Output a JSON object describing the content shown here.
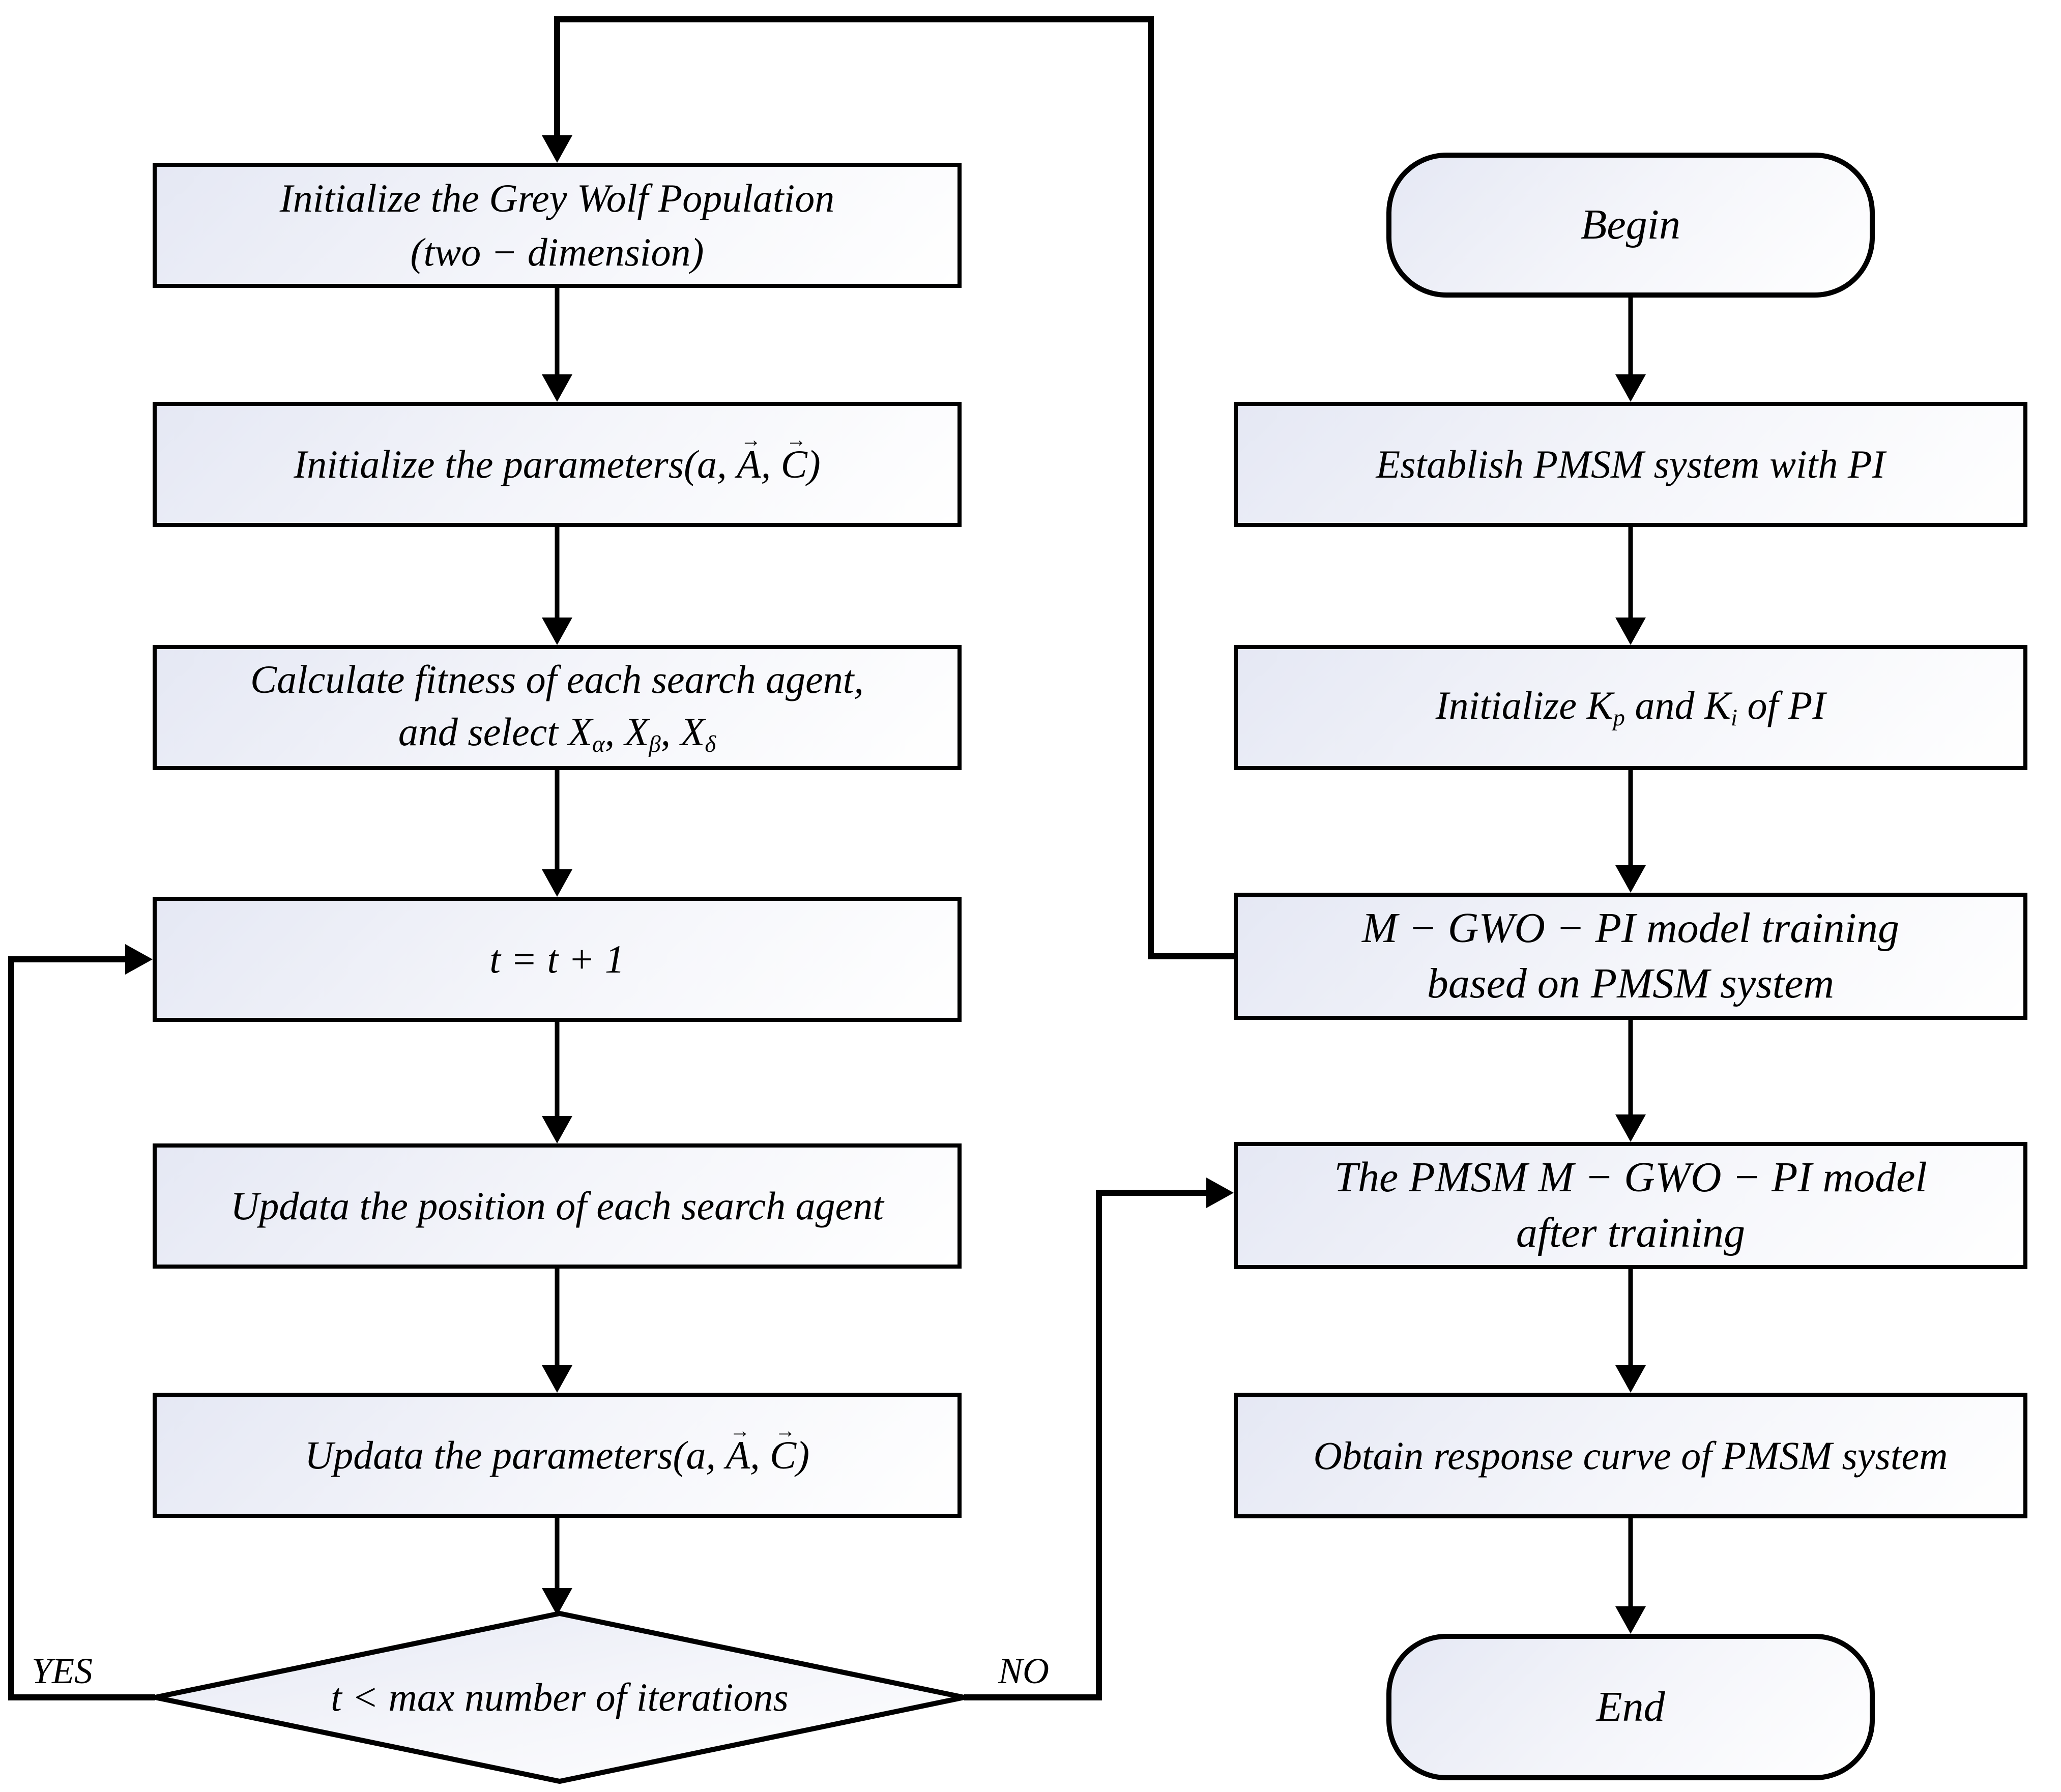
{
  "colors": {
    "line-color": "#000000",
    "text-color": "#000000",
    "node-fill-start": "#e5e8f4",
    "node-fill-mid": "#f4f5fa",
    "node-fill-end": "#ffffff"
  },
  "nodes": {
    "l1": {
      "lines": [
        [
          {
            "t": "Initialize the Grey Wolf Population"
          }
        ],
        [
          {
            "t": "(two − dimension)"
          }
        ]
      ]
    },
    "l2": {
      "lines": [
        [
          {
            "t": "Initialize the parameters("
          },
          {
            "t": "a, "
          },
          {
            "t": "A",
            "s": "vec"
          },
          {
            "t": ", "
          },
          {
            "t": "C",
            "s": "vec"
          },
          {
            "t": ")"
          }
        ]
      ]
    },
    "l3": {
      "lines": [
        [
          {
            "t": "Calculate fitness of each search agent,"
          }
        ],
        [
          {
            "t": "and select "
          },
          {
            "t": "X"
          },
          {
            "t": "α",
            "s": "sub"
          },
          {
            "t": ", "
          },
          {
            "t": "X"
          },
          {
            "t": "β",
            "s": "sub"
          },
          {
            "t": ", "
          },
          {
            "t": "X"
          },
          {
            "t": "δ",
            "s": "sub"
          }
        ]
      ]
    },
    "l4": {
      "lines": [
        [
          {
            "t": "t = t + 1"
          }
        ]
      ]
    },
    "l5": {
      "lines": [
        [
          {
            "t": "Updata the position of each search agent"
          }
        ]
      ]
    },
    "l6": {
      "lines": [
        [
          {
            "t": "Updata the parameters("
          },
          {
            "t": "a, "
          },
          {
            "t": "A",
            "s": "vec"
          },
          {
            "t": ", "
          },
          {
            "t": "C",
            "s": "vec"
          },
          {
            "t": ")"
          }
        ]
      ]
    },
    "decision": {
      "lines": [
        [
          {
            "t": "t < max number of iterations"
          }
        ]
      ]
    },
    "begin": {
      "lines": [
        [
          {
            "t": "Begin"
          }
        ]
      ]
    },
    "r1": {
      "lines": [
        [
          {
            "t": "Establish PMSM system with PI"
          }
        ]
      ]
    },
    "r2": {
      "lines": [
        [
          {
            "t": "Initialize "
          },
          {
            "t": "K"
          },
          {
            "t": "p",
            "s": "sub"
          },
          {
            "t": " and "
          },
          {
            "t": "K"
          },
          {
            "t": "i",
            "s": "sub"
          },
          {
            "t": " of PI"
          }
        ]
      ]
    },
    "r3": {
      "lines": [
        [
          {
            "t": "M − GWO − PI model training"
          }
        ],
        [
          {
            "t": "based on PMSM system"
          }
        ]
      ]
    },
    "r4": {
      "lines": [
        [
          {
            "t": "The PMSM M − GWO − PI model"
          }
        ],
        [
          {
            "t": "after training"
          }
        ]
      ]
    },
    "r5": {
      "lines": [
        [
          {
            "t": "Obtain response curve of PMSM system"
          }
        ]
      ]
    },
    "end": {
      "lines": [
        [
          {
            "t": "End"
          }
        ]
      ]
    }
  },
  "branch_labels": {
    "yes": "YES",
    "no": "NO"
  }
}
